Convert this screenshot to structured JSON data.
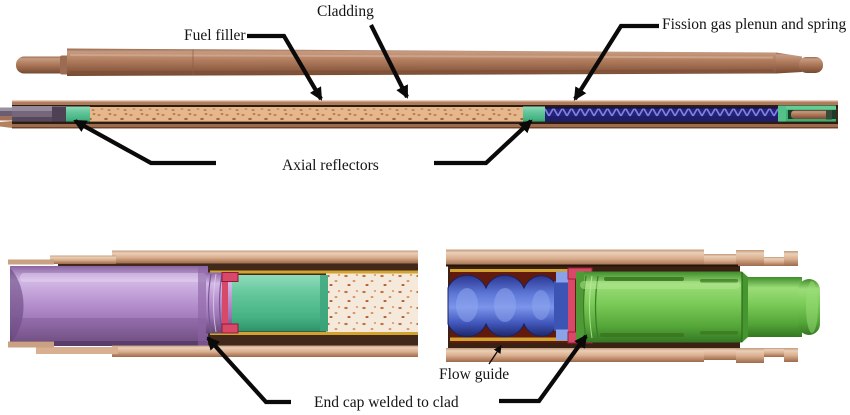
{
  "figure": {
    "background": "#ffffff",
    "labels": {
      "cladding": "Cladding",
      "fuel_filler": "Fuel filler",
      "fission_gas_plenum": "Fission gas plenun and spring",
      "axial_reflectors": "Axial reflectors",
      "end_cap_weld": "End cap welded to clad",
      "flow_guide": "Flow guide"
    },
    "colors": {
      "cladding_copper": "#b07b5d",
      "copper_light": "#e9cfb8",
      "fuel_tan": "#e5b78c",
      "fuel_speckle": "#b06a3c",
      "fuel_pale": "#f4e9db",
      "reflector_green": "#45b383",
      "spring_navy": "#23237c",
      "spring_coil_blue": "#8080dc",
      "spring_blue": "#7b95ea",
      "end_cap_purple": "#bb97d2",
      "end_cap_green": "#7bcb58",
      "weld_red": "#d84868",
      "flow_guide_gold": "#d2a32e",
      "tube_interior_brown": "#40281a",
      "plenum_maroon": "#621a0d",
      "arrow_black": "#0a0a0a"
    }
  }
}
